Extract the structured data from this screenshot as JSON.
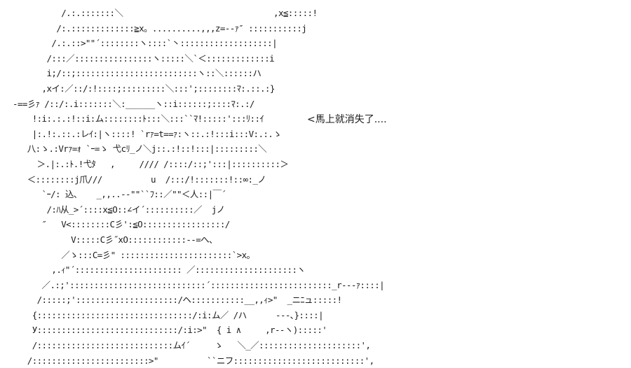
{
  "art": {
    "lines": [
      "          /.:.:::::::＼                               ,x≦:::::!",
      "         /:.:::::::::::::≧x。..........,,,z=-‐ｧ″ :::::::::::j",
      "        /.:.::>\"\"´::::::::ヽ::::`丶:::::::::::::::::::|",
      "       /:::／::::::::::::::::ヽ:::::＼`＜:::::::::::::i",
      "       i;/::;:::::::::::::::::::::::::ヽ::＼::::::ハ",
      "      ,xイ:／::/:!::::;:::::::::＼:::';::::::::ﾏ:.::.:}",
      "-==彡ｧ /::/:.i:::::::＼:______ヽ::i::::::;::::ﾏ:.:/",
      "    !:i:.:.:!::i:ム::::::::ﾄ:::＼:::``ﾏ!:::::':::ﾘ::ｲ",
      "    |:.!:.::.:レｲ:|ヽ::::! `rｧ=t==ｧ:ヽ::.:!:::i:::V:.:.ゝ",
      "   八:ゝ.:Vrｧ=ｫ `ｰ=ゝ 弋cﾘ_ノ＼j::.:!::!:::|:::::::::＼",
      "     ＞.|:.:ﾄ.!弋ﾀ   ,     //// /::::/::;':::|::::::::::＞",
      "   ＜::::::::j爪///          u  /:::/!:::::::!::∞:_ノ",
      "      `ｰ/: 込、   _,,..-‐\"\"``ﾌ::／\"\"＜人::|￣´",
      "       /:ﾊ从_>´::::x≦O::∠イ´::::::::::／  jノ",
      "      ″   V<::::::::C彡':≦O:::::::::::::::::/",
      "            V:::::C彡˝xO::::::::::::‐‐=へ、",
      "          ／ゝ:::C=彡\" :::::::::::::::::::::::`>x。",
      "        ,.ｨ\"´:::::::::::::::::::::: ／:::::::::::::::::::::ヽ",
      "      ／.:;'::::::::::::::::::::::::::::´:::::::::::::::::::::::::_r‐‐‐ｧ::::|",
      "     /:::::;':::::::::::::::::::::/ヘ:::::::::::__,,ｨ>\"  _ニﾆュ:::::!",
      "    {::::::::::::::::::::::::::::::::/:i:ム／ /ハ      -‐‐､}::::|",
      "    У:::::::::::::::::::::::::::::/:i:>\"  { i ∧     ,r‐‐ヽ):::::'",
      "    /::::::::::::::::::::::::::::ムｲ´     ゝ   ＼_／:::::::::::::::::::::',",
      "   /::::::::::::::::::::::::>\"          ``ニフ:::::::::::::::::::::::::::',"
    ]
  },
  "caption": "<馬上就消失了...."
}
